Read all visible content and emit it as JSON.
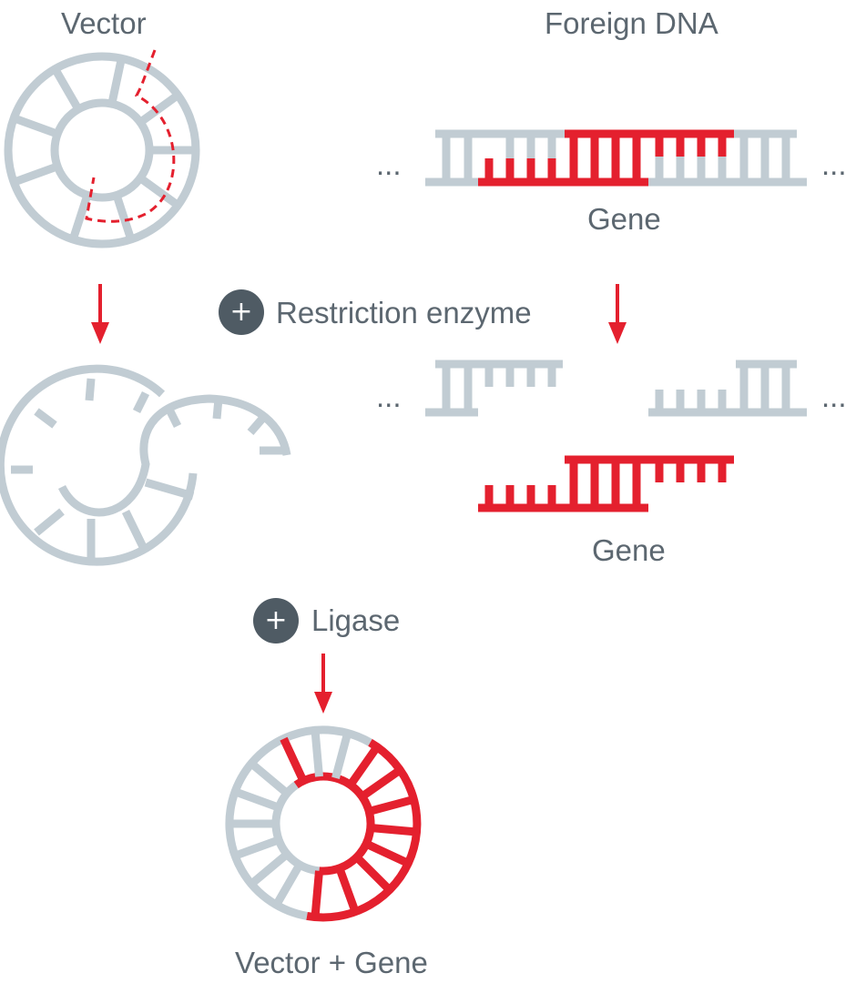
{
  "labels": {
    "vector": "Vector",
    "foreign_dna": "Foreign DNA",
    "gene_top": "Gene",
    "gene_bottom": "Gene",
    "restriction_enzyme": "Restriction enzyme",
    "ligase": "Ligase",
    "result": "Vector + Gene",
    "ellipsis": "...",
    "plus_symbol": "+"
  },
  "colors": {
    "dna_gray": "#c1ccd3",
    "gene_red": "#e4202e",
    "text_gray": "#5c6770",
    "badge_dark": "#4f5b64"
  },
  "icons": [
    "plus-badge-icon",
    "down-arrow-icon"
  ]
}
